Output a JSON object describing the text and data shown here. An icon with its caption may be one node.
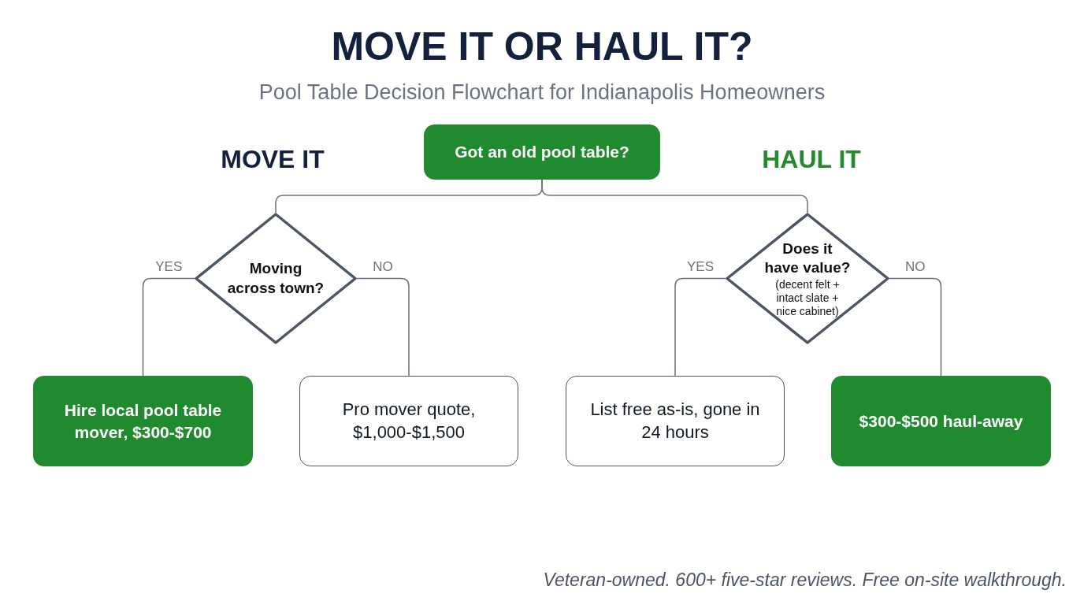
{
  "diagram": {
    "title": "MOVE IT OR HAUL IT?",
    "nodes": [
      {
        "text": [
          "Got an old pool table?"
        ]
      },
      {
        "text": [
          "Moving across town?"
        ]
      },
      {
        "text": [
          "Does it have value?",
          "(decent felt + intact slate + nice cabinet)"
        ]
      },
      {
        "text": [
          "Hire local pool table mover, $300-$700"
        ]
      },
      {
        "text": [
          "Pro mover quote, $1,000-$1,500"
        ]
      },
      {
        "text": [
          "List free as-is, gone in 24 hours"
        ]
      },
      {
        "text": [
          "$300-$500 haul-away"
        ]
      }
    ],
    "edges": [
      {
        "from": 0,
        "to": 1,
        "arrow": "none"
      },
      {
        "from": 0,
        "to": 2,
        "arrow": "none"
      },
      {
        "from": 1,
        "to": 3,
        "arrow": "none",
        "label": "YES"
      },
      {
        "from": 1,
        "to": 4,
        "arrow": "none",
        "label": "NO"
      },
      {
        "from": 2,
        "to": 5,
        "arrow": "none",
        "label": "YES"
      },
      {
        "from": 2,
        "to": 6,
        "arrow": "none",
        "label": "NO"
      }
    ],
    "labels": [
      "Pool Table Decision Flowchart for Indianapolis Homeowners",
      "MOVE IT",
      "HAUL IT",
      "Veteran-owned. 600+ five-star reviews. Free on-site walkthrough."
    ]
  }
}
